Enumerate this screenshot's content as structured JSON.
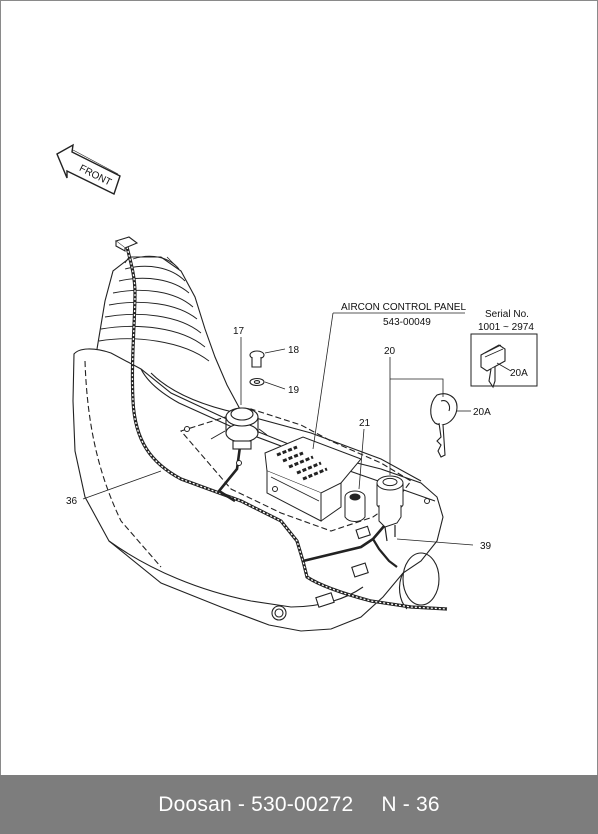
{
  "diagram": {
    "direction_label": "FRONT",
    "callouts": {
      "c17": "17",
      "c18": "18",
      "c19": "19",
      "c20": "20",
      "c20a_key": "20A",
      "c20a_box": "20A",
      "c21": "21",
      "c36": "36",
      "c39": "39"
    },
    "aircon_title": "AIRCON CONTROL PANEL",
    "aircon_part": "543-00049",
    "serial_label": "Serial No.",
    "serial_range": "1001 ~ 2974"
  },
  "footer": {
    "part_text": "Doosan - 530-00272",
    "page_text": "N - 36"
  },
  "colors": {
    "footer_background": "#7d7d7d",
    "footer_text": "#ffffff",
    "linework": "#222222"
  }
}
